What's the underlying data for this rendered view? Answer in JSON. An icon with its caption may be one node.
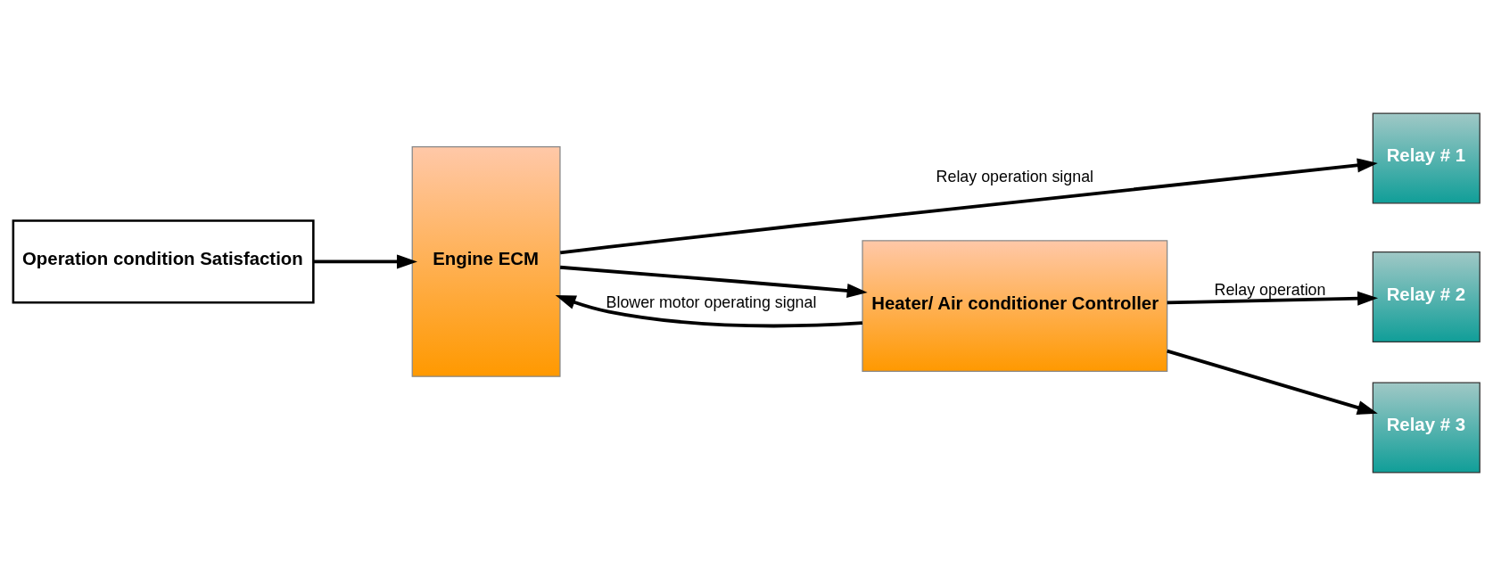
{
  "diagram": {
    "nodes": [
      {
        "text": [
          "Operation condition Satisfaction"
        ]
      },
      {
        "text": [
          "Engine ECM"
        ]
      },
      {
        "text": [
          "Relay # 1"
        ]
      },
      {
        "text": [
          "Relay # 2"
        ]
      },
      {
        "text": [
          "Relay # 3"
        ]
      },
      {
        "text": [
          "Heater/ Air conditioner Controller"
        ]
      }
    ],
    "edges": [
      {
        "from": 0,
        "to": 1,
        "arrow": "to"
      },
      {
        "from": 1,
        "to": 2,
        "arrow": "to",
        "label": "Relay operation signal"
      },
      {
        "from": 1,
        "to": 5,
        "arrow": "to"
      },
      {
        "from": 5,
        "to": 1,
        "arrow": "to",
        "label": "Blower motor operating signal"
      },
      {
        "from": 5,
        "to": 3,
        "arrow": "to",
        "label": "Relay operation"
      },
      {
        "from": 5,
        "to": 4,
        "arrow": "to"
      }
    ]
  }
}
